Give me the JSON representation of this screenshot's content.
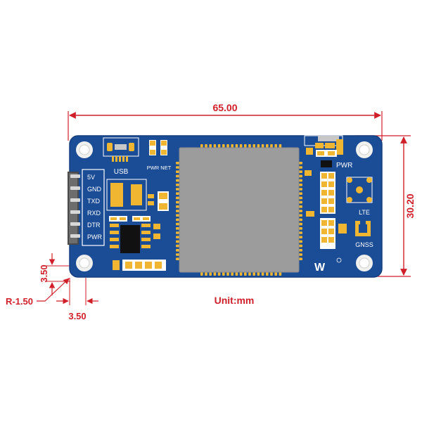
{
  "dimensions": {
    "width": "65.00",
    "height": "30.20",
    "hole_offset_y": "3.50",
    "hole_offset_x": "3.50",
    "radius": "R-1.50",
    "unit": "Unit:mm"
  },
  "silkscreen": {
    "usb": "USB",
    "pwr_net": "PWR NET",
    "pwr": "PWR",
    "lte": "LTE",
    "gnss": "GNSS",
    "logo": "W"
  },
  "pin_labels": [
    "5V",
    "GND",
    "TXD",
    "RXD",
    "DTR",
    "PWR"
  ],
  "colors": {
    "dimension": "#d11f2a",
    "board": "#1b4c96",
    "module": "#9c9c9c",
    "pad": "#f0b632"
  }
}
